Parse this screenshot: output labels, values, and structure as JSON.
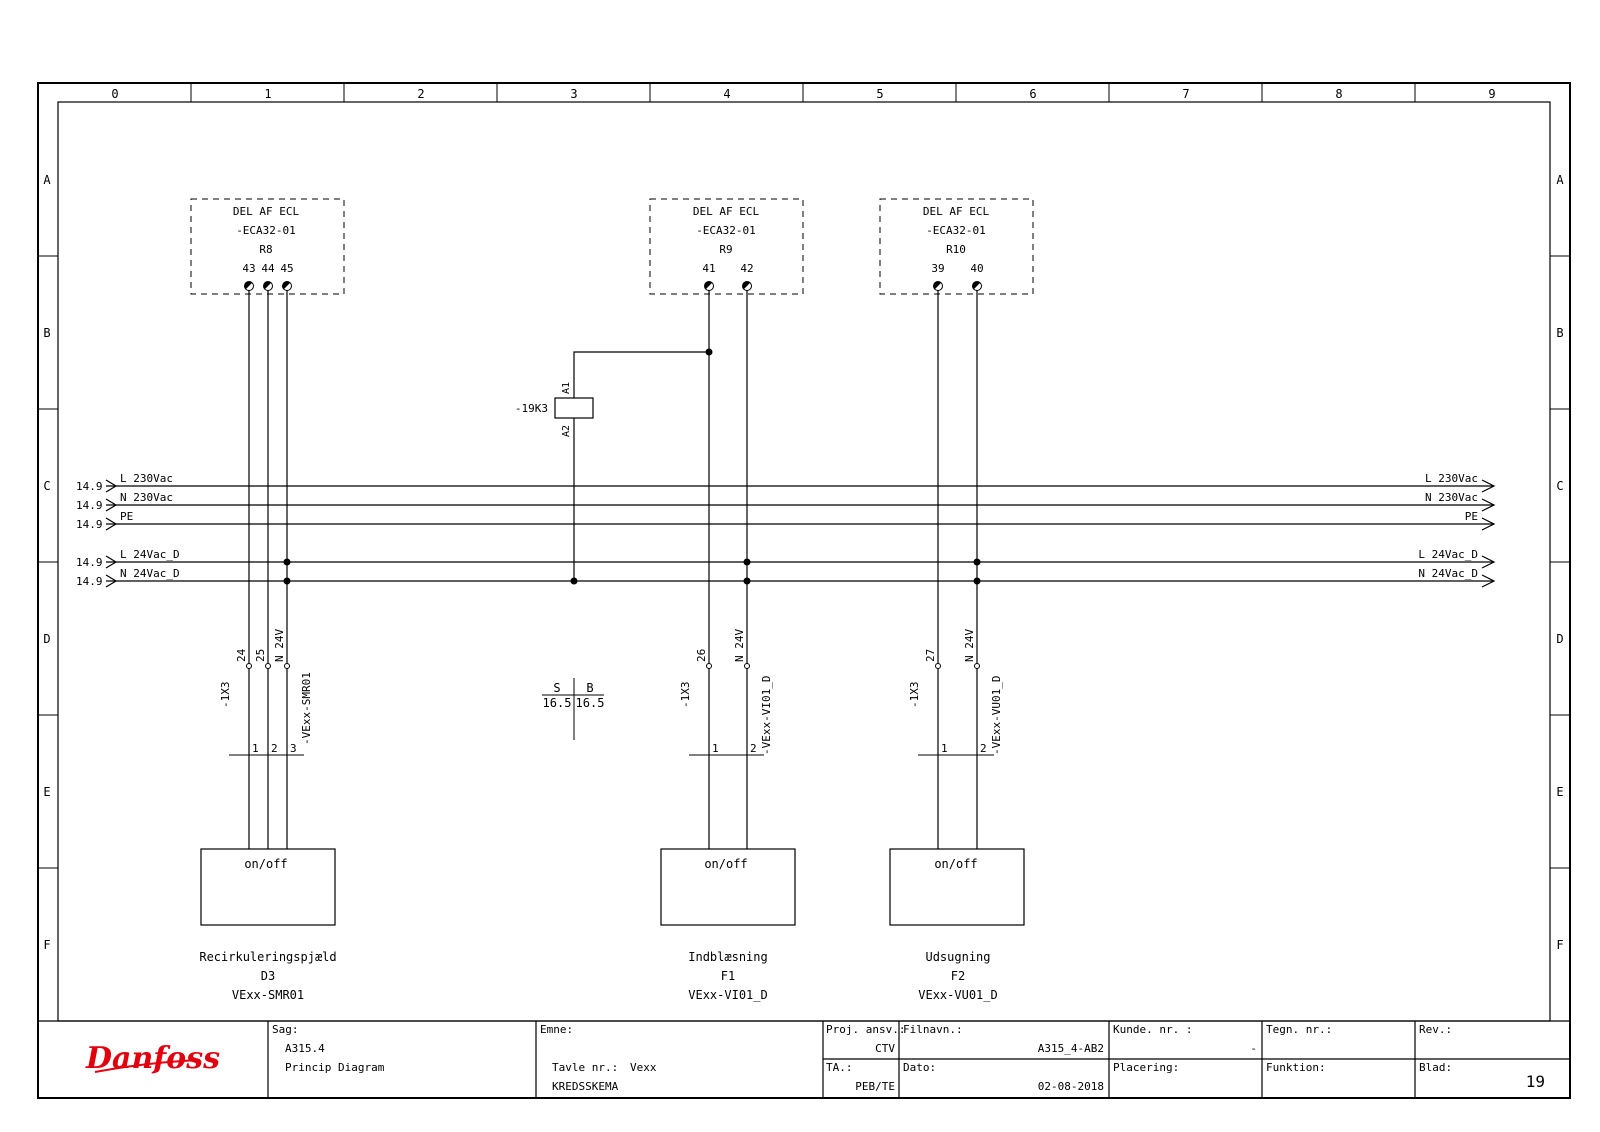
{
  "columns": [
    "0",
    "1",
    "2",
    "3",
    "4",
    "5",
    "6",
    "7",
    "8",
    "9"
  ],
  "rows": [
    "A",
    "B",
    "C",
    "D",
    "E",
    "F"
  ],
  "modules": [
    {
      "id": "module-r8",
      "line1": "DEL AF ECL",
      "line2": "-ECA32-01",
      "name": "R8",
      "terminals": [
        "43",
        "44",
        "45"
      ]
    },
    {
      "id": "module-r9",
      "line1": "DEL AF ECL",
      "line2": "-ECA32-01",
      "name": "R9",
      "terminals": [
        "41",
        "42"
      ]
    },
    {
      "id": "module-r10",
      "line1": "DEL AF ECL",
      "line2": "-ECA32-01",
      "name": "R10",
      "terminals": [
        "39",
        "40"
      ]
    }
  ],
  "relay": {
    "label": "-19K3",
    "a1": "A1",
    "a2": "A2",
    "s": "S",
    "b": "B",
    "s_ref": "16.5",
    "b_ref": "16.5"
  },
  "busbars": [
    {
      "ref": "14.9",
      "left": "L 230Vac",
      "right": "L 230Vac"
    },
    {
      "ref": "14.9",
      "left": "N 230Vac",
      "right": "N 230Vac"
    },
    {
      "ref": "14.9",
      "left": "PE",
      "right": "PE"
    },
    {
      "ref": "14.9",
      "left": "L 24Vac_D",
      "right": "L 24Vac_D"
    },
    {
      "ref": "14.9",
      "left": "N 24Vac_D",
      "right": "N 24Vac_D"
    }
  ],
  "terminal_strips": [
    {
      "strip": "-1X3",
      "terms": [
        "24",
        "25",
        "N 24V"
      ],
      "cable": "-VExx-SMR01",
      "cores": [
        "1",
        "2",
        "3"
      ]
    },
    {
      "strip": "-1X3",
      "terms": [
        "26",
        "N 24V"
      ],
      "cable": "-VExx-VI01_D",
      "cores": [
        "1",
        "2"
      ]
    },
    {
      "strip": "-1X3",
      "terms": [
        "27",
        "N 24V"
      ],
      "cable": "-VExx-VU01_D",
      "cores": [
        "1",
        "2"
      ]
    }
  ],
  "devices": [
    {
      "box": "on/off",
      "name": "Recirkuleringspjæld",
      "code": "D3",
      "tag": "VExx-SMR01"
    },
    {
      "box": "on/off",
      "name": "Indblæsning",
      "code": "F1",
      "tag": "VExx-VI01_D"
    },
    {
      "box": "on/off",
      "name": "Udsugning",
      "code": "F2",
      "tag": "VExx-VU01_D"
    }
  ],
  "titleblock": {
    "logo": "Danfoss",
    "sag_label": "Sag:",
    "sag_value": "A315.4",
    "sag_desc": "Princip Diagram",
    "emne_label": "Emne:",
    "tavle_label": "Tavle nr.:",
    "tavle_value": "Vexx",
    "kredsskema": "KREDSSKEMA",
    "proj_label": "Proj. ansv.:",
    "proj_value": "CTV",
    "ta_label": "TA.:",
    "ta_value": "PEB/TE",
    "filnavn_label": "Filnavn.:",
    "filnavn_value": "A315_4-AB2",
    "dato_label": "Dato:",
    "dato_value": "02-08-2018",
    "kunde_label": "Kunde. nr. :",
    "kunde_value": "-",
    "placering_label": "Placering:",
    "tegn_label": "Tegn. nr.:",
    "funktion_label": "Funktion:",
    "rev_label": "Rev.:",
    "blad_label": "Blad:",
    "blad_value": "19"
  }
}
